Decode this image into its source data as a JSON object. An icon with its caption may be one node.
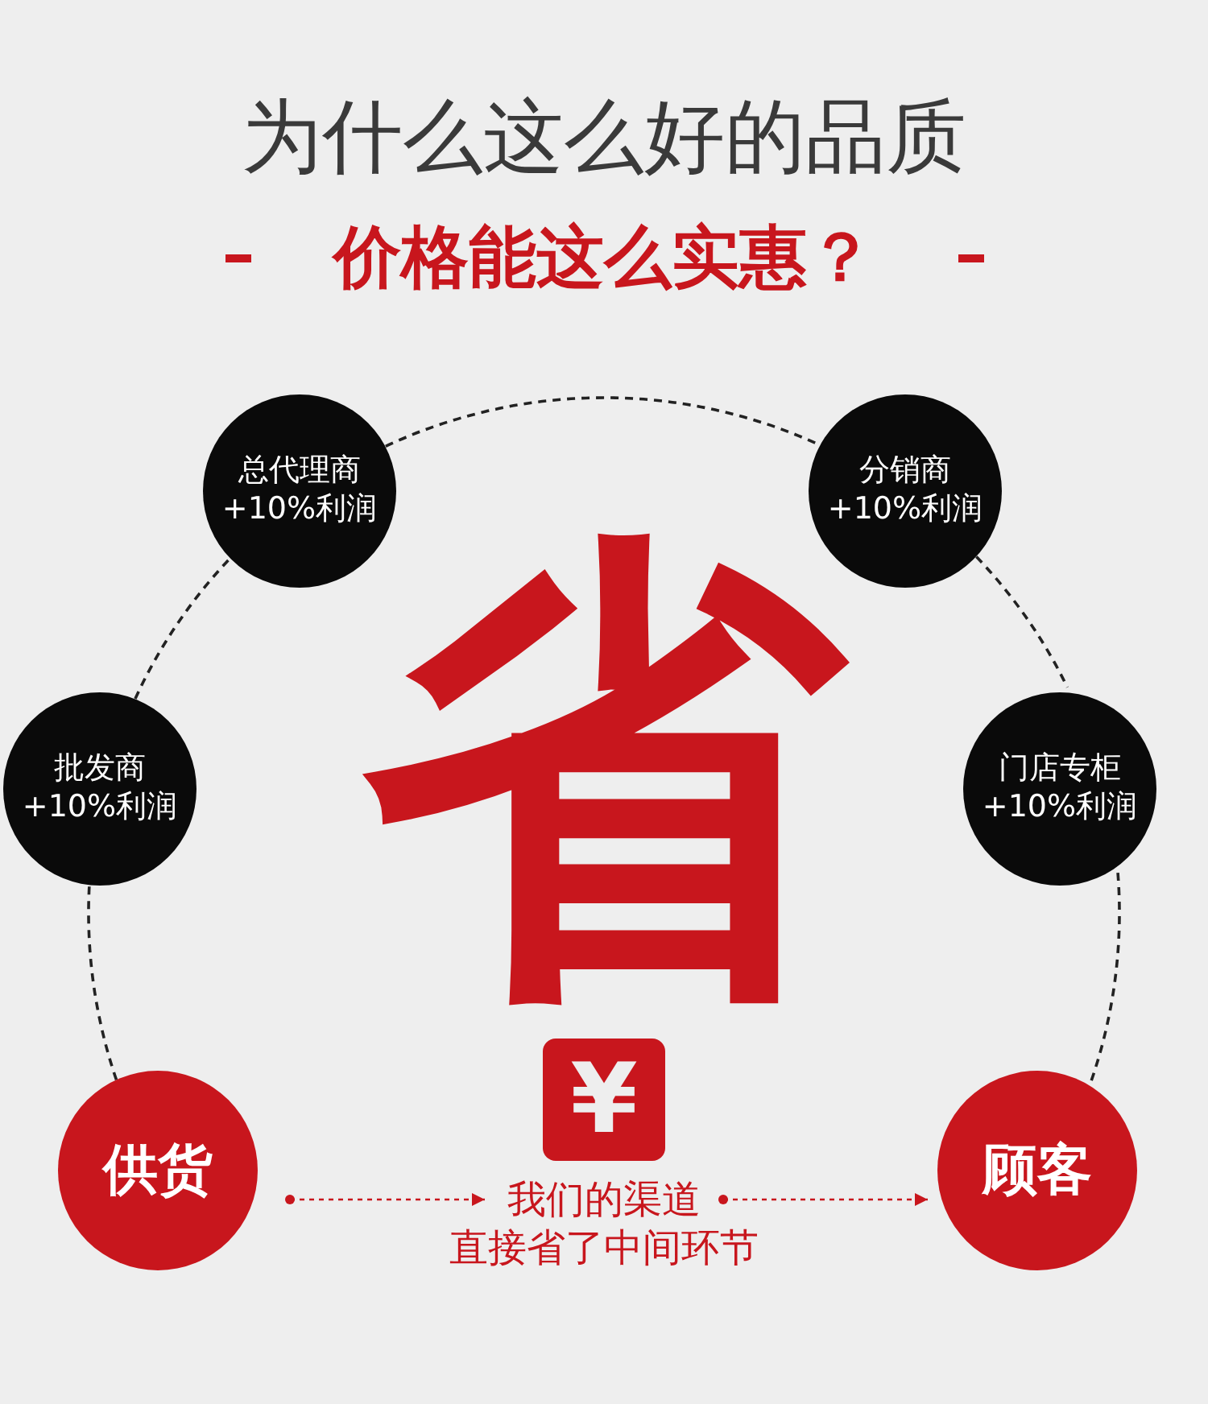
{
  "diagram": {
    "title": "为什么这么好的品质",
    "nodes": [
      {
        "text": [
          "供货"
        ]
      },
      {
        "text": [
          "批发商",
          "+10%利润"
        ]
      },
      {
        "text": [
          "总代理商",
          "+10%利润"
        ]
      },
      {
        "text": [
          "分销商",
          "+10%利润"
        ]
      },
      {
        "text": [
          "门店专柜",
          "+10%利润"
        ]
      },
      {
        "text": [
          "顾客"
        ]
      },
      {
        "text": [
          "我们的渠道直接省了中间环节"
        ]
      }
    ],
    "edges": [
      {
        "from": 0,
        "to": 1,
        "arrow": "none",
        "style": "dashed"
      },
      {
        "from": 1,
        "to": 2,
        "arrow": "none",
        "style": "dashed"
      },
      {
        "from": 2,
        "to": 3,
        "arrow": "none",
        "style": "dashed"
      },
      {
        "from": 3,
        "to": 4,
        "arrow": "none",
        "style": "dashed"
      },
      {
        "from": 4,
        "to": 5,
        "arrow": "none",
        "style": "dashed"
      },
      {
        "from": 0,
        "to": 6,
        "arrow": "to",
        "style": "dashed",
        "color": "#c8161d"
      },
      {
        "from": 6,
        "to": 5,
        "arrow": "to",
        "style": "dashed",
        "color": "#c8161d"
      }
    ],
    "labels": [
      "价格能这么实惠？",
      "省",
      "¥"
    ]
  }
}
